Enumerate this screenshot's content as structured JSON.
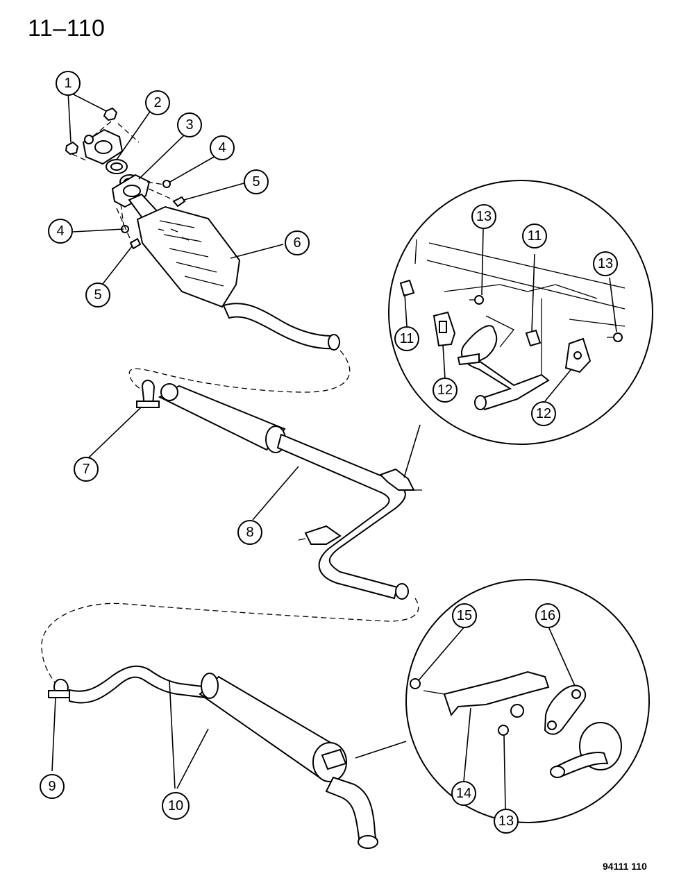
{
  "page": {
    "number": "11–110",
    "figure_code": "94111 110"
  },
  "callouts": [
    {
      "id": "c1",
      "label": "1"
    },
    {
      "id": "c2",
      "label": "2"
    },
    {
      "id": "c3",
      "label": "3"
    },
    {
      "id": "c4a",
      "label": "4"
    },
    {
      "id": "c4b",
      "label": "4"
    },
    {
      "id": "c5a",
      "label": "5"
    },
    {
      "id": "c5b",
      "label": "5"
    },
    {
      "id": "c6",
      "label": "6"
    },
    {
      "id": "c7",
      "label": "7"
    },
    {
      "id": "c8",
      "label": "8"
    },
    {
      "id": "c9",
      "label": "9"
    },
    {
      "id": "c10",
      "label": "10"
    },
    {
      "id": "c11a",
      "label": "11"
    },
    {
      "id": "c11b",
      "label": "11"
    },
    {
      "id": "c12a",
      "label": "12"
    },
    {
      "id": "c12b",
      "label": "12"
    },
    {
      "id": "c13a",
      "label": "13"
    },
    {
      "id": "c13b",
      "label": "13"
    },
    {
      "id": "c13c",
      "label": "13"
    },
    {
      "id": "c14",
      "label": "14"
    },
    {
      "id": "c15",
      "label": "15"
    },
    {
      "id": "c16",
      "label": "16"
    }
  ]
}
